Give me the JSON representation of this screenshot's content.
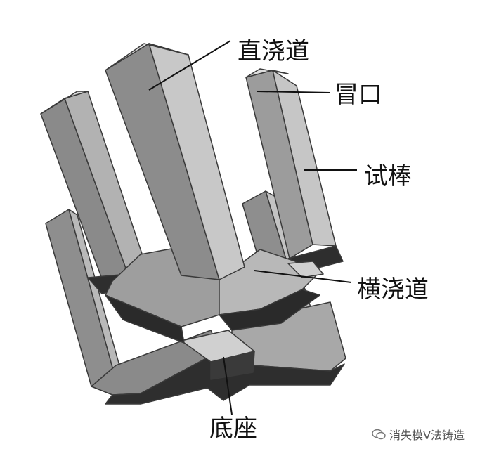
{
  "labels": {
    "sprue": "直浇道",
    "riser": "冒口",
    "test_bar": "试棒",
    "runner": "横浇道",
    "base": "底座"
  },
  "watermark": {
    "text": "消失模V法铸造",
    "icon": "wechat-icon"
  },
  "colors": {
    "front": "#8a8a8a",
    "side": "#b4b4b4",
    "top": "#d6d6d6",
    "shadow": "#2e2e2e"
  }
}
